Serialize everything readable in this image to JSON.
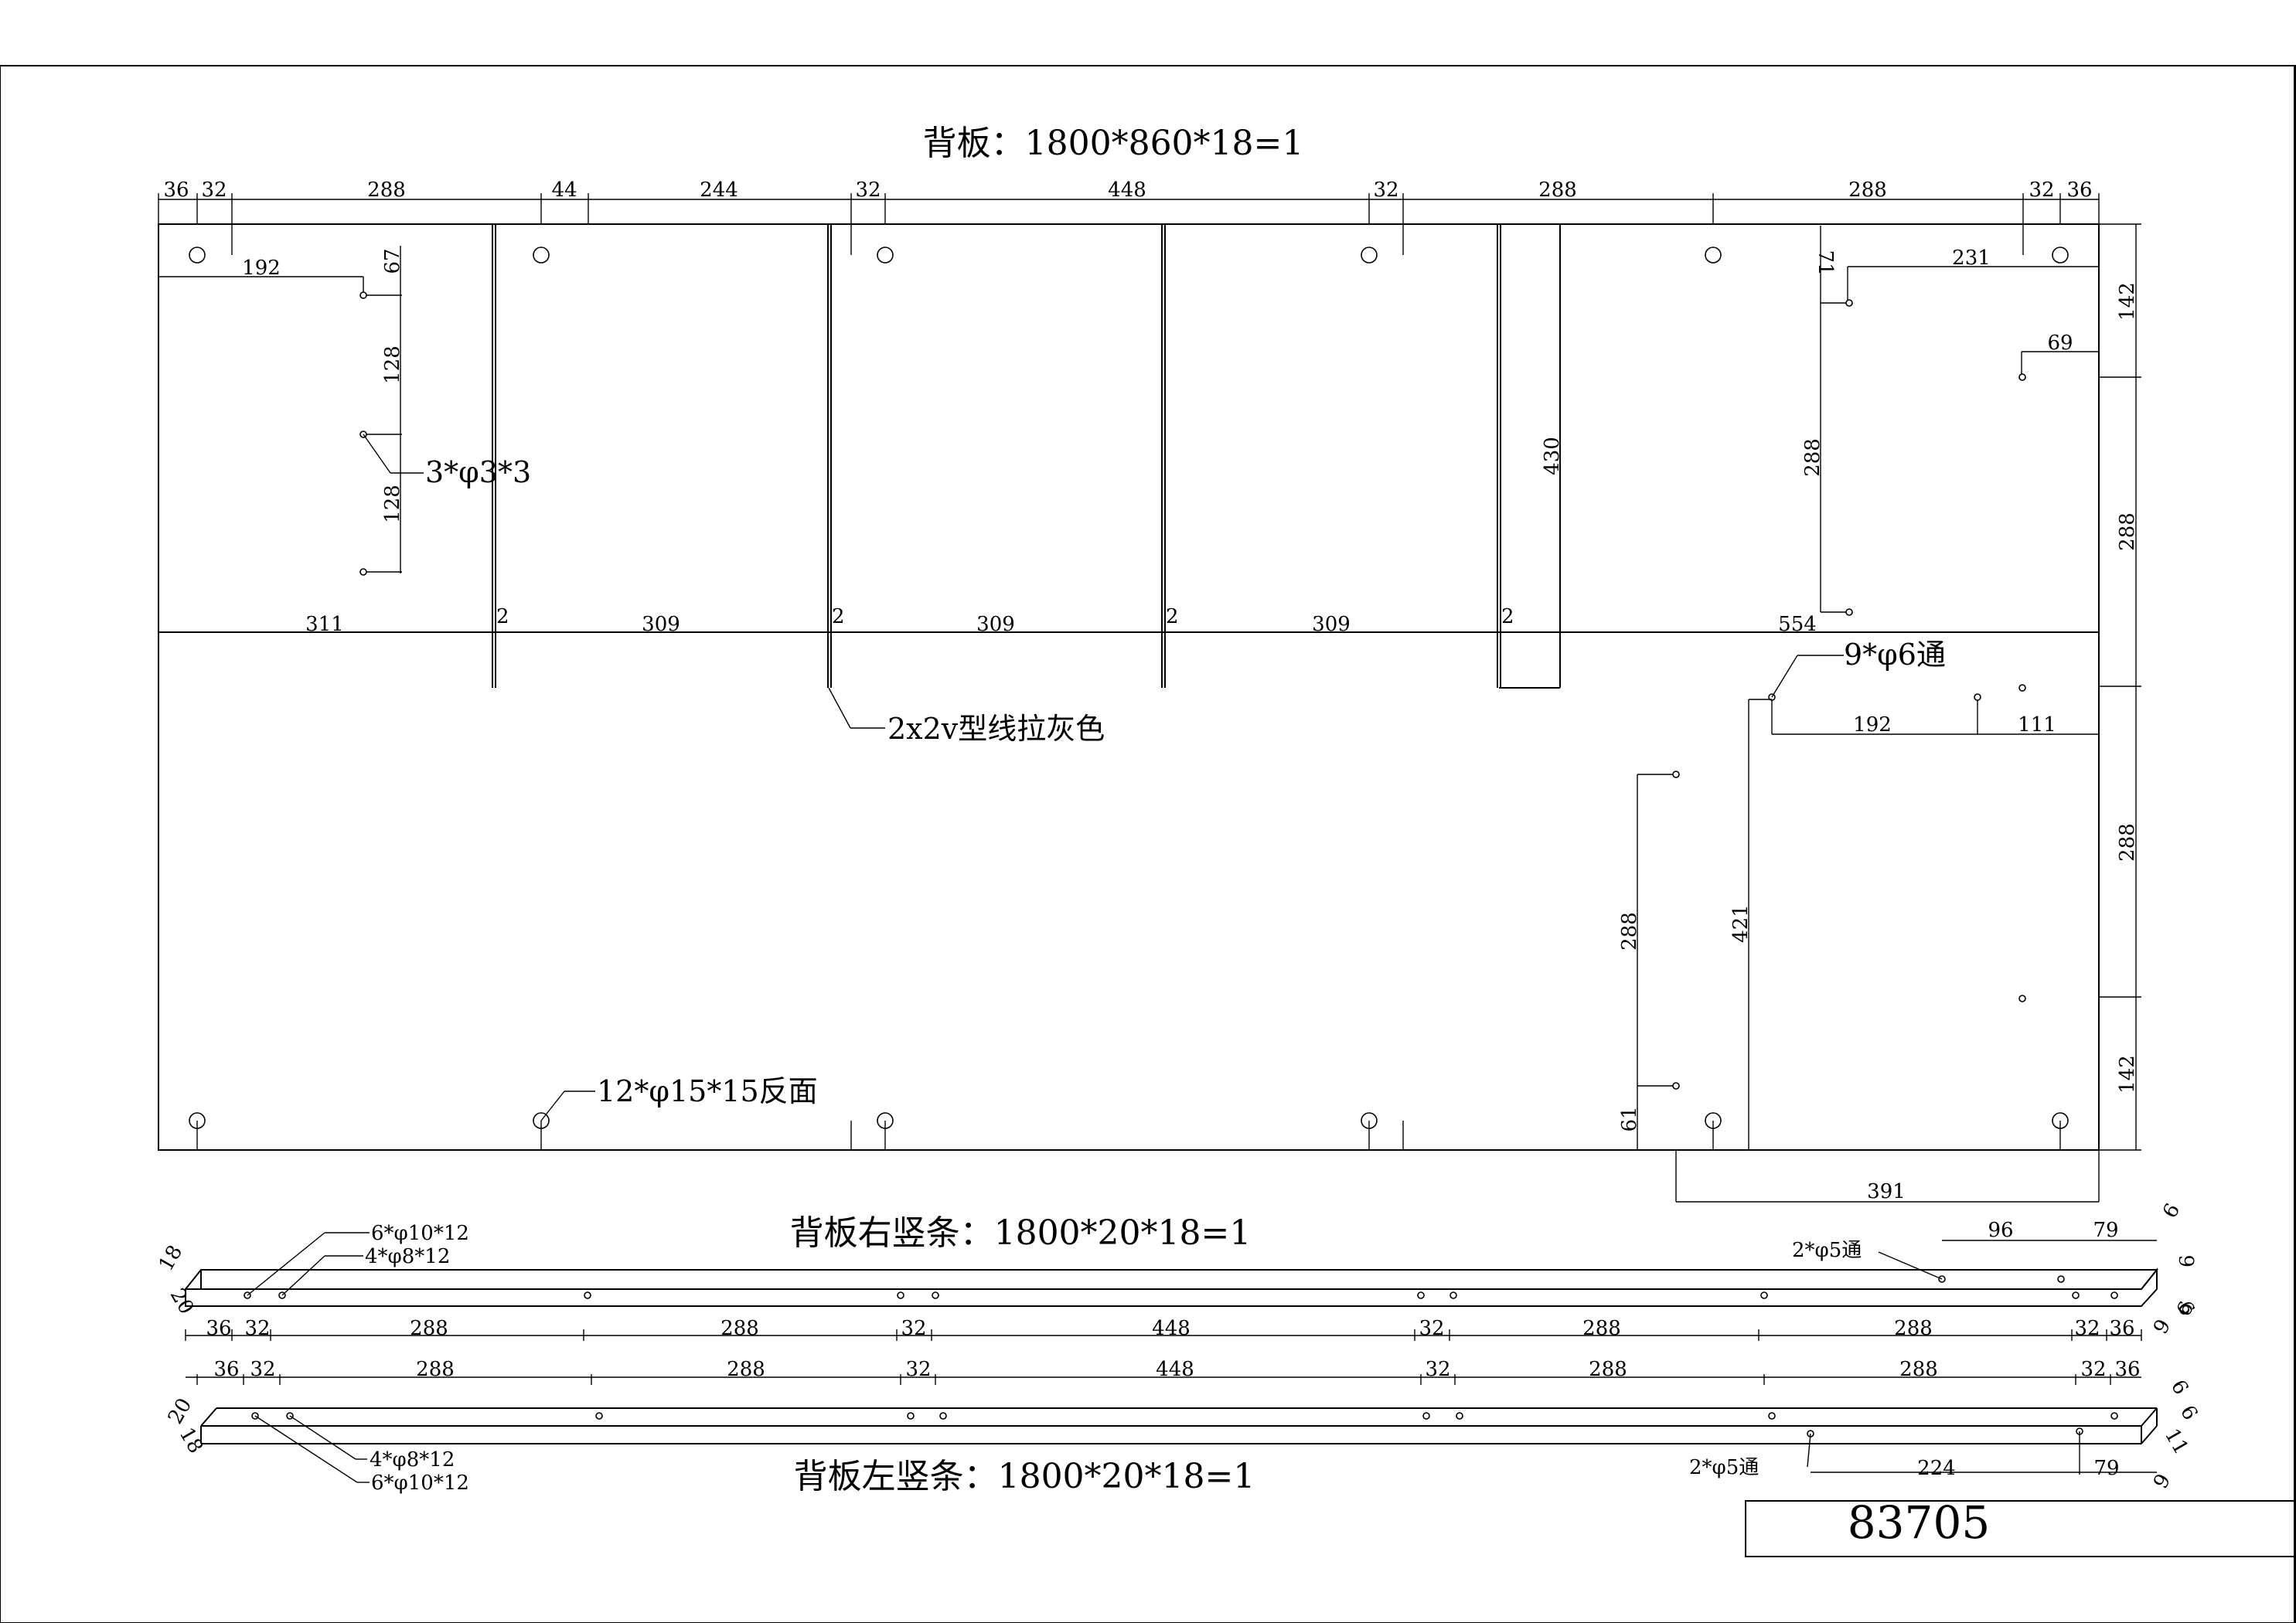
{
  "drawing_number": "83705",
  "back_panel": {
    "title": "背板：1800*860*18=1",
    "top_dims": [
      "36",
      "32",
      "288",
      "44",
      "244",
      "32",
      "448",
      "32",
      "288",
      "288",
      "32",
      "36"
    ],
    "dim_192": "192",
    "dim_67": "67",
    "dim_128a": "128",
    "dim_128b": "128",
    "note_holes_small": "3*φ3*3",
    "dim_430": "430",
    "dim_71": "71",
    "dim_231": "231",
    "dim_69": "69",
    "dim_288_inner": "288",
    "right_dims": [
      "142",
      "288",
      "288",
      "142"
    ],
    "groove_dims": [
      "2",
      "2",
      "2",
      "2"
    ],
    "seg_dims": [
      "311",
      "309",
      "309",
      "309",
      "554"
    ],
    "note_holes_6": "9*φ6通",
    "dim_192b": "192",
    "dim_111": "111",
    "note_groove": "2x2v型线拉灰色",
    "dim_288_lower": "288",
    "dim_421": "421",
    "dim_61": "61",
    "dim_391": "391",
    "note_holes_15": "12*φ15*15反面"
  },
  "right_strip": {
    "title": "背板右竖条：1800*20*18=1",
    "note_a": "6*φ10*12",
    "note_b": "4*φ8*12",
    "note_c": "2*φ5通",
    "dim_96": "96",
    "dim_79": "79",
    "dim_18": "18",
    "dim_20": "20",
    "end_dims": [
      "6",
      "6",
      "6",
      "6"
    ],
    "dim_9": "9",
    "bottom_dims": [
      "36",
      "32",
      "288",
      "288",
      "32",
      "448",
      "32",
      "288",
      "288",
      "32",
      "36"
    ]
  },
  "left_strip": {
    "title": "背板左竖条：1800*20*18=1",
    "note_a": "4*φ8*12",
    "note_b": "6*φ10*12",
    "note_c": "2*φ5通",
    "dim_224": "224",
    "dim_79": "79",
    "dim_20": "20",
    "dim_18": "18",
    "end_dims": [
      "6",
      "6",
      "11"
    ],
    "dim_9": "9",
    "top_dims": [
      "36",
      "32",
      "288",
      "288",
      "32",
      "448",
      "32",
      "288",
      "288",
      "32",
      "36"
    ]
  }
}
